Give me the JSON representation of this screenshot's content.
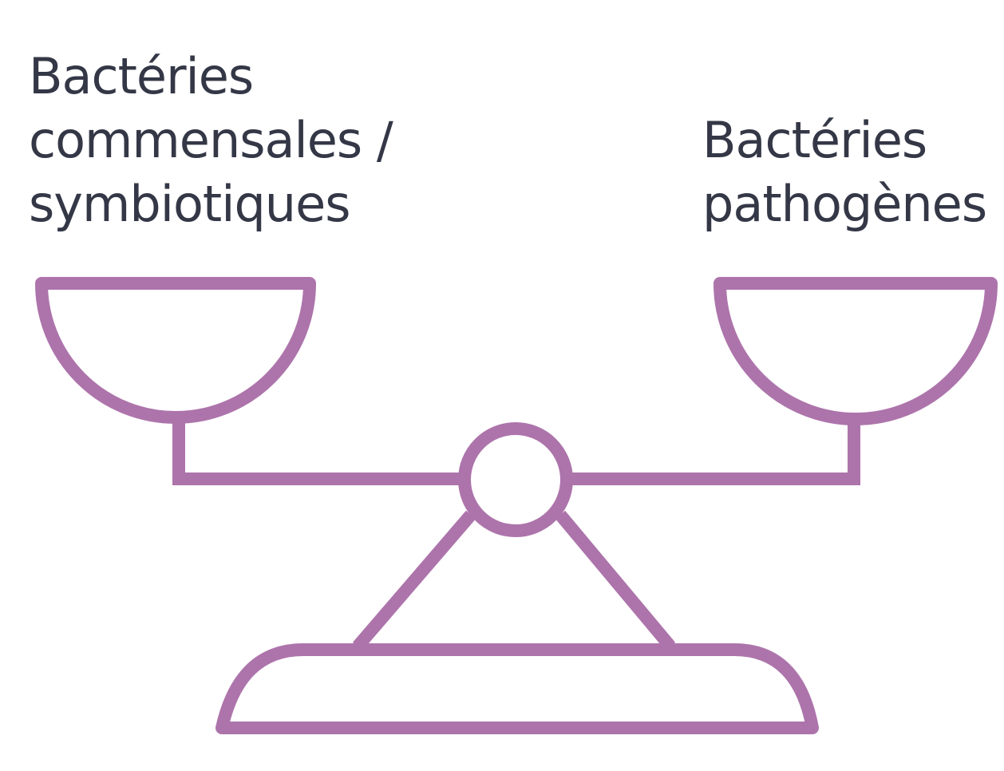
{
  "labels": {
    "left": [
      "Bactéries",
      "commensales /",
      "symbiotiques"
    ],
    "right": [
      "Bactéries",
      "pathogènes"
    ]
  },
  "colors": {
    "text": "#343746",
    "stroke": "#ad74ab",
    "background": "#ffffff"
  },
  "icon": "balance-scale-icon"
}
